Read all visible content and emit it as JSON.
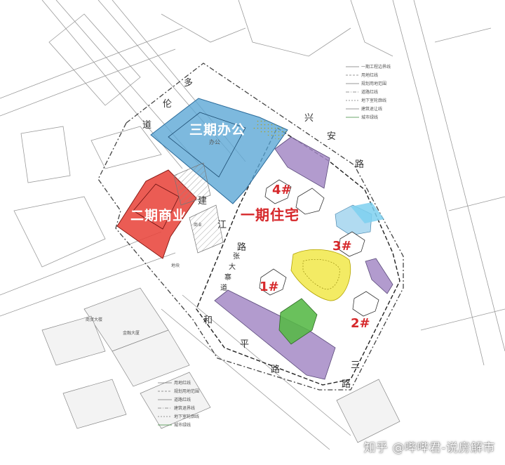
{
  "zones": {
    "phase3": {
      "label": "三期办公",
      "sub": "办公",
      "color": "#5da8d6"
    },
    "phase2": {
      "label": "二期商业",
      "color": "#e8453c"
    },
    "phase1": {
      "label": "一期住宅",
      "color": "#d6282b"
    }
  },
  "buildings": [
    "1#",
    "2#",
    "3#",
    "4#"
  ],
  "roads": {
    "north": [
      "多",
      "伦",
      "道"
    ],
    "east": [
      "兴",
      "安",
      "路"
    ],
    "inner": [
      "建",
      "江",
      "路"
    ],
    "west": [
      "张",
      "大",
      "寨",
      "道"
    ],
    "south": [
      "和",
      "平",
      "路"
    ],
    "southeast": [
      "三",
      "路"
    ]
  },
  "legend_right": [
    "一期工程边界线",
    "用地红线",
    "规划用地范围",
    "道路红线",
    "地下室轮廓线",
    "建筑退让线",
    "城市绿线"
  ],
  "legend_bottom": [
    "用地红线",
    "规划用地范围",
    "道路红线",
    "建筑退界线",
    "地下室轮廓线",
    "城市绿线"
  ],
  "misc_labels": [
    "商贸大楼",
    "金融大厦",
    "商业",
    "地块"
  ],
  "watermark": "知乎 @哔哔君-说房解市"
}
